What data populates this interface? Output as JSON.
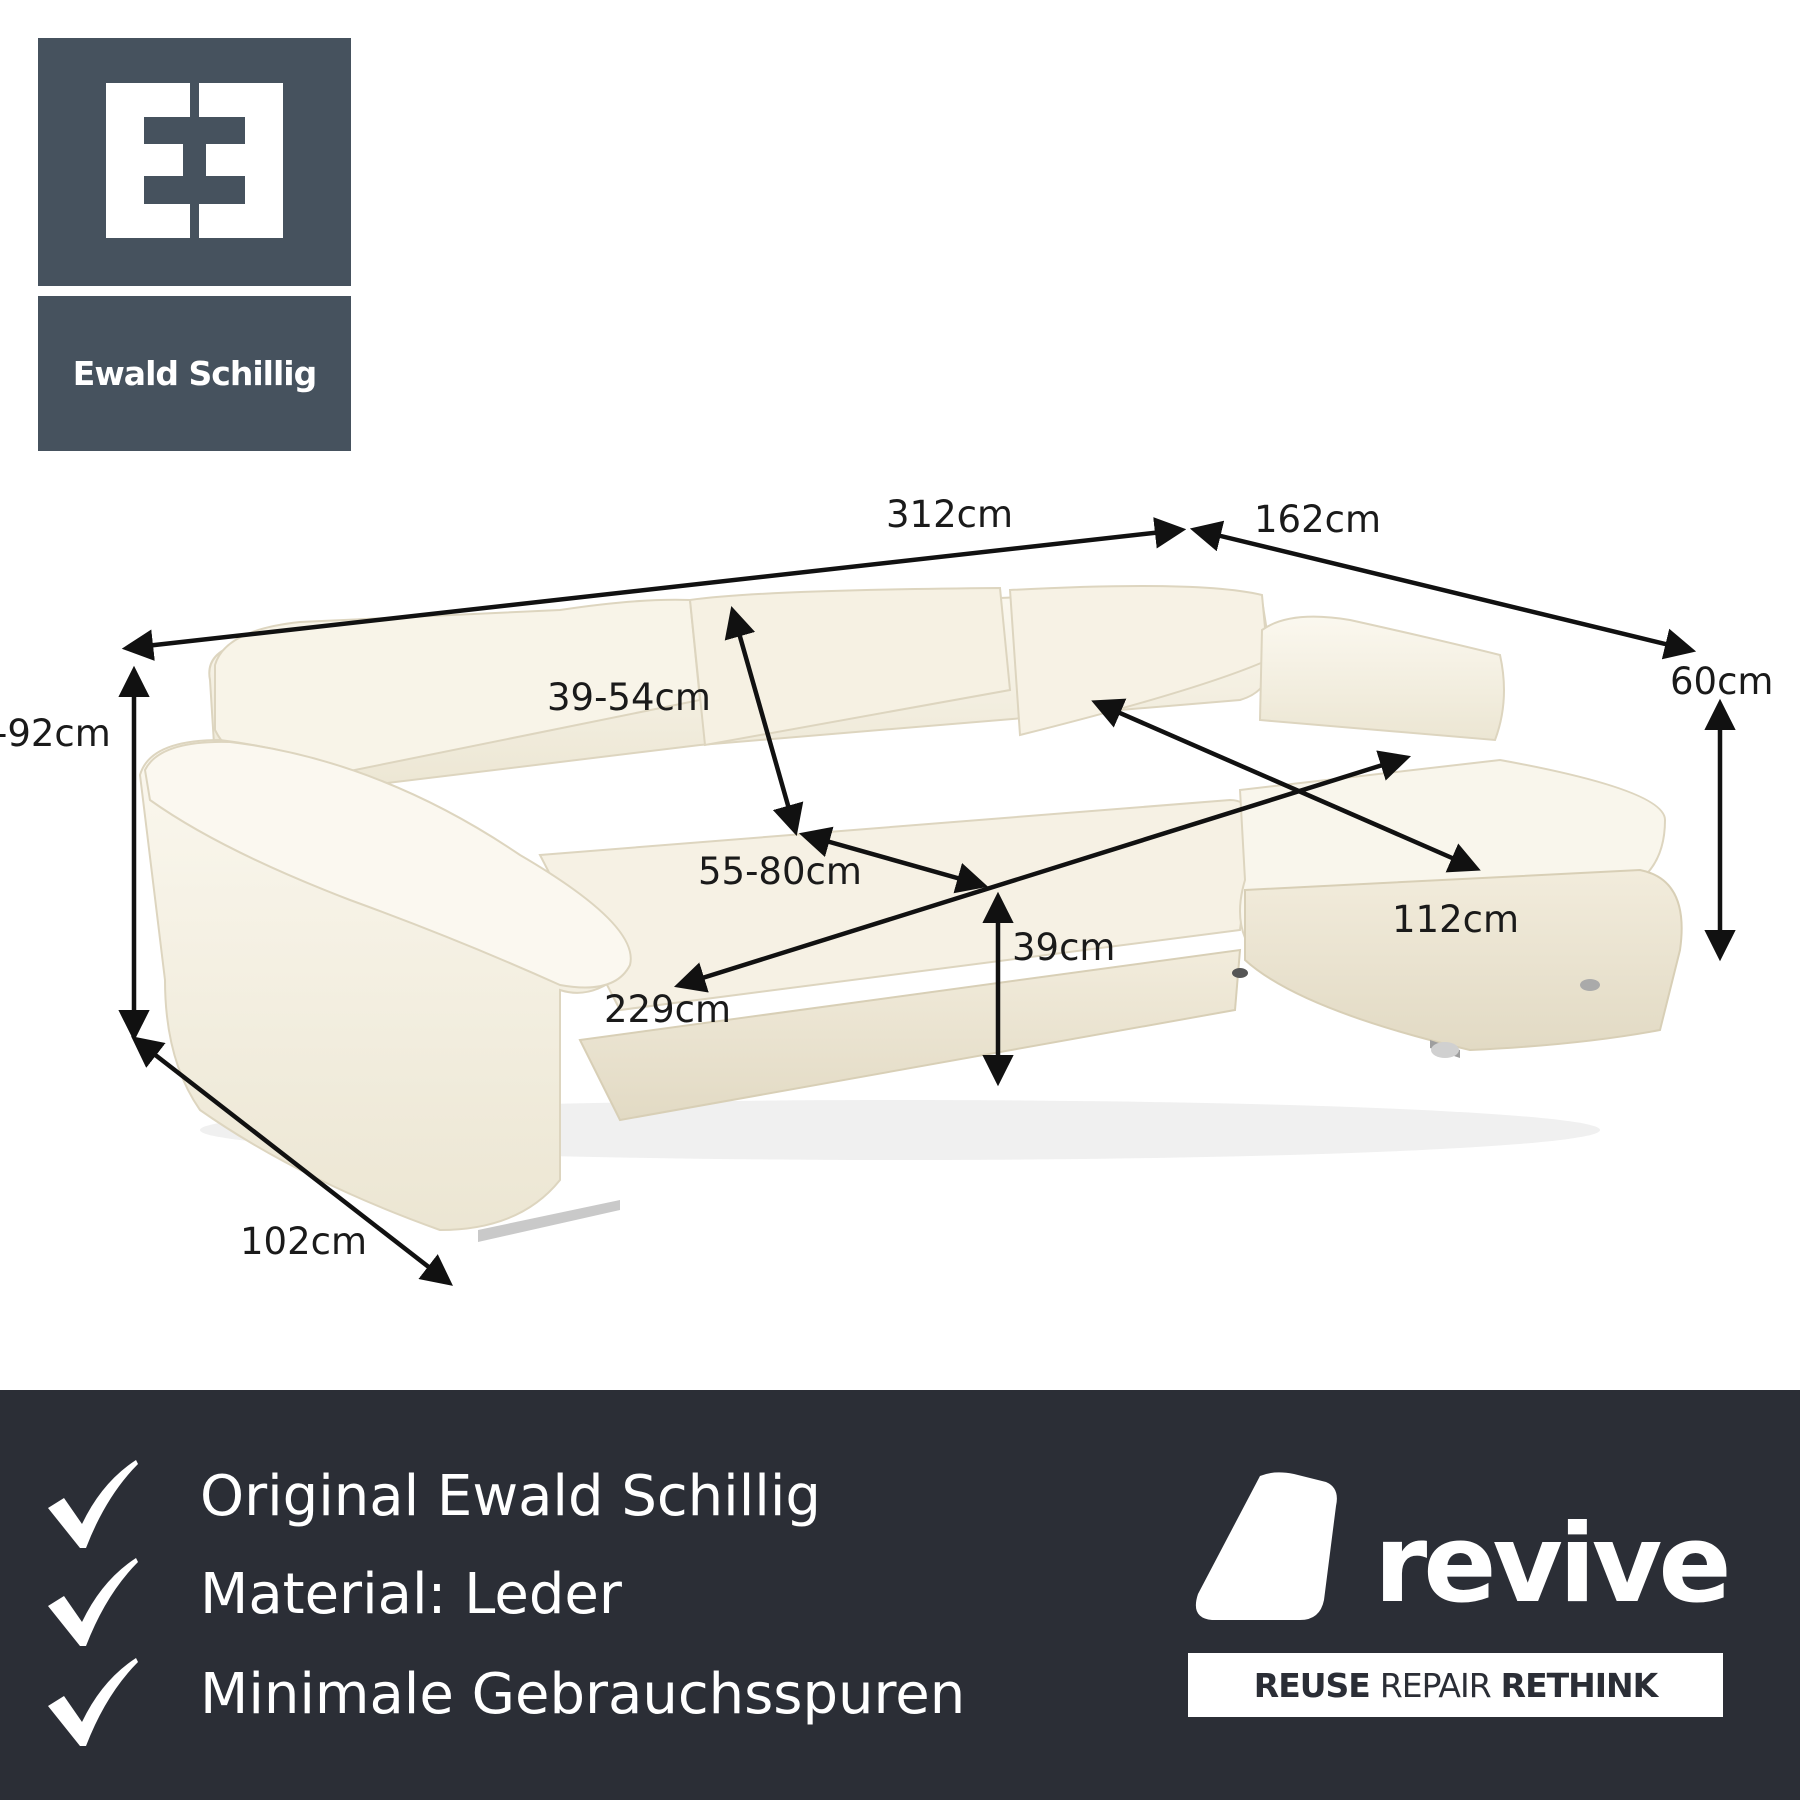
{
  "brand": {
    "name": "Ewald Schillig",
    "colors": {
      "logo_bg": "#46525e",
      "logo_fg": "#ffffff"
    }
  },
  "dimensions": {
    "total_width": "312cm",
    "chaise_length": "162cm",
    "back_height": "-92cm",
    "headrest_adjust": "39-54cm",
    "seat_depth": "55-80cm",
    "chaise_height": "60cm",
    "chaise_depth": "112cm",
    "seat_height": "39cm",
    "seat_width": "229cm",
    "side_depth": "102cm"
  },
  "product": {
    "color": "#f4f0e4"
  },
  "features": [
    {
      "text": "Original Ewald Schillig",
      "icon": "checkmark-icon"
    },
    {
      "text": "Material: Leder",
      "icon": "checkmark-icon"
    },
    {
      "text": "Minimale Gebrauchsspuren",
      "icon": "checkmark-icon"
    }
  ],
  "seller": {
    "name": "revive",
    "tagline": {
      "part1": "REUSE",
      "part2": "REPAIR",
      "part3": "RETHINK"
    },
    "colors": {
      "footer_bg": "#2b2e36",
      "text": "#ffffff"
    }
  }
}
